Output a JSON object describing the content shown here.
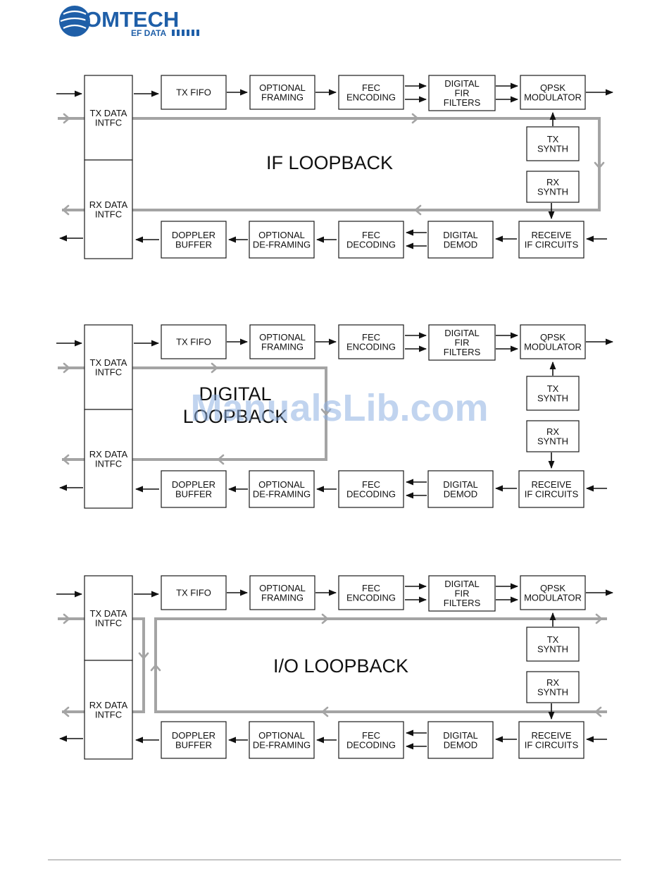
{
  "logo": {
    "brand": "OMTECH",
    "sub": "EF DATA"
  },
  "watermark": "ManualsLib.com",
  "labels": {
    "tx_data_intfc": [
      "TX DATA",
      "INTFC"
    ],
    "rx_data_intfc": [
      "RX DATA",
      "INTFC"
    ],
    "tx_fifo": [
      "TX FIFO"
    ],
    "optional_framing": [
      "OPTIONAL",
      "FRAMING"
    ],
    "fec_encoding": [
      "FEC",
      "ENCODING"
    ],
    "digital_fir_filters": [
      "DIGITAL",
      "FIR",
      "FILTERS"
    ],
    "qpsk_modulator": [
      "QPSK",
      "MODULATOR"
    ],
    "tx_synth": [
      "TX",
      "SYNTH"
    ],
    "rx_synth": [
      "RX",
      "SYNTH"
    ],
    "receive_if_circuits": [
      "RECEIVE",
      "IF CIRCUITS"
    ],
    "digital_demod": [
      "DIGITAL",
      "DEMOD"
    ],
    "fec_decoding": [
      "FEC",
      "DECODING"
    ],
    "optional_deframing": [
      "OPTIONAL",
      "DE-FRAMING"
    ],
    "doppler_buffer": [
      "DOPPLER",
      "BUFFER"
    ]
  },
  "diagrams": [
    {
      "title": "IF LOOPBACK"
    },
    {
      "title": [
        "DIGITAL",
        "LOOPBACK"
      ]
    },
    {
      "title": "I/O LOOPBACK"
    }
  ],
  "colors": {
    "loopback_path": "#a4a4a4",
    "block_stroke": "#1a1a1a",
    "logo_blue": "#1f5fa8"
  }
}
